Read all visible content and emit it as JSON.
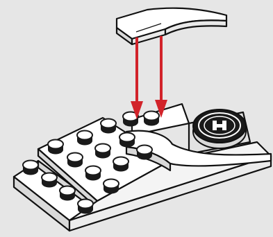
{
  "instruction_step": {
    "background_color": "#e6e6e6",
    "brick_fill": "#ffffff",
    "brick_shade": "#d9d9d9",
    "stud_color": "#1a1a1a",
    "outline_color": "#111111",
    "arrow_color": "#d2232a",
    "arrow_count": 2,
    "new_part": "curved-slope-2x4",
    "base_part": "white-wedge-plate-assembly",
    "tile_part": "round-tile-with-printed-emblem",
    "emblem_icon": "hulk-emblem-icon"
  }
}
